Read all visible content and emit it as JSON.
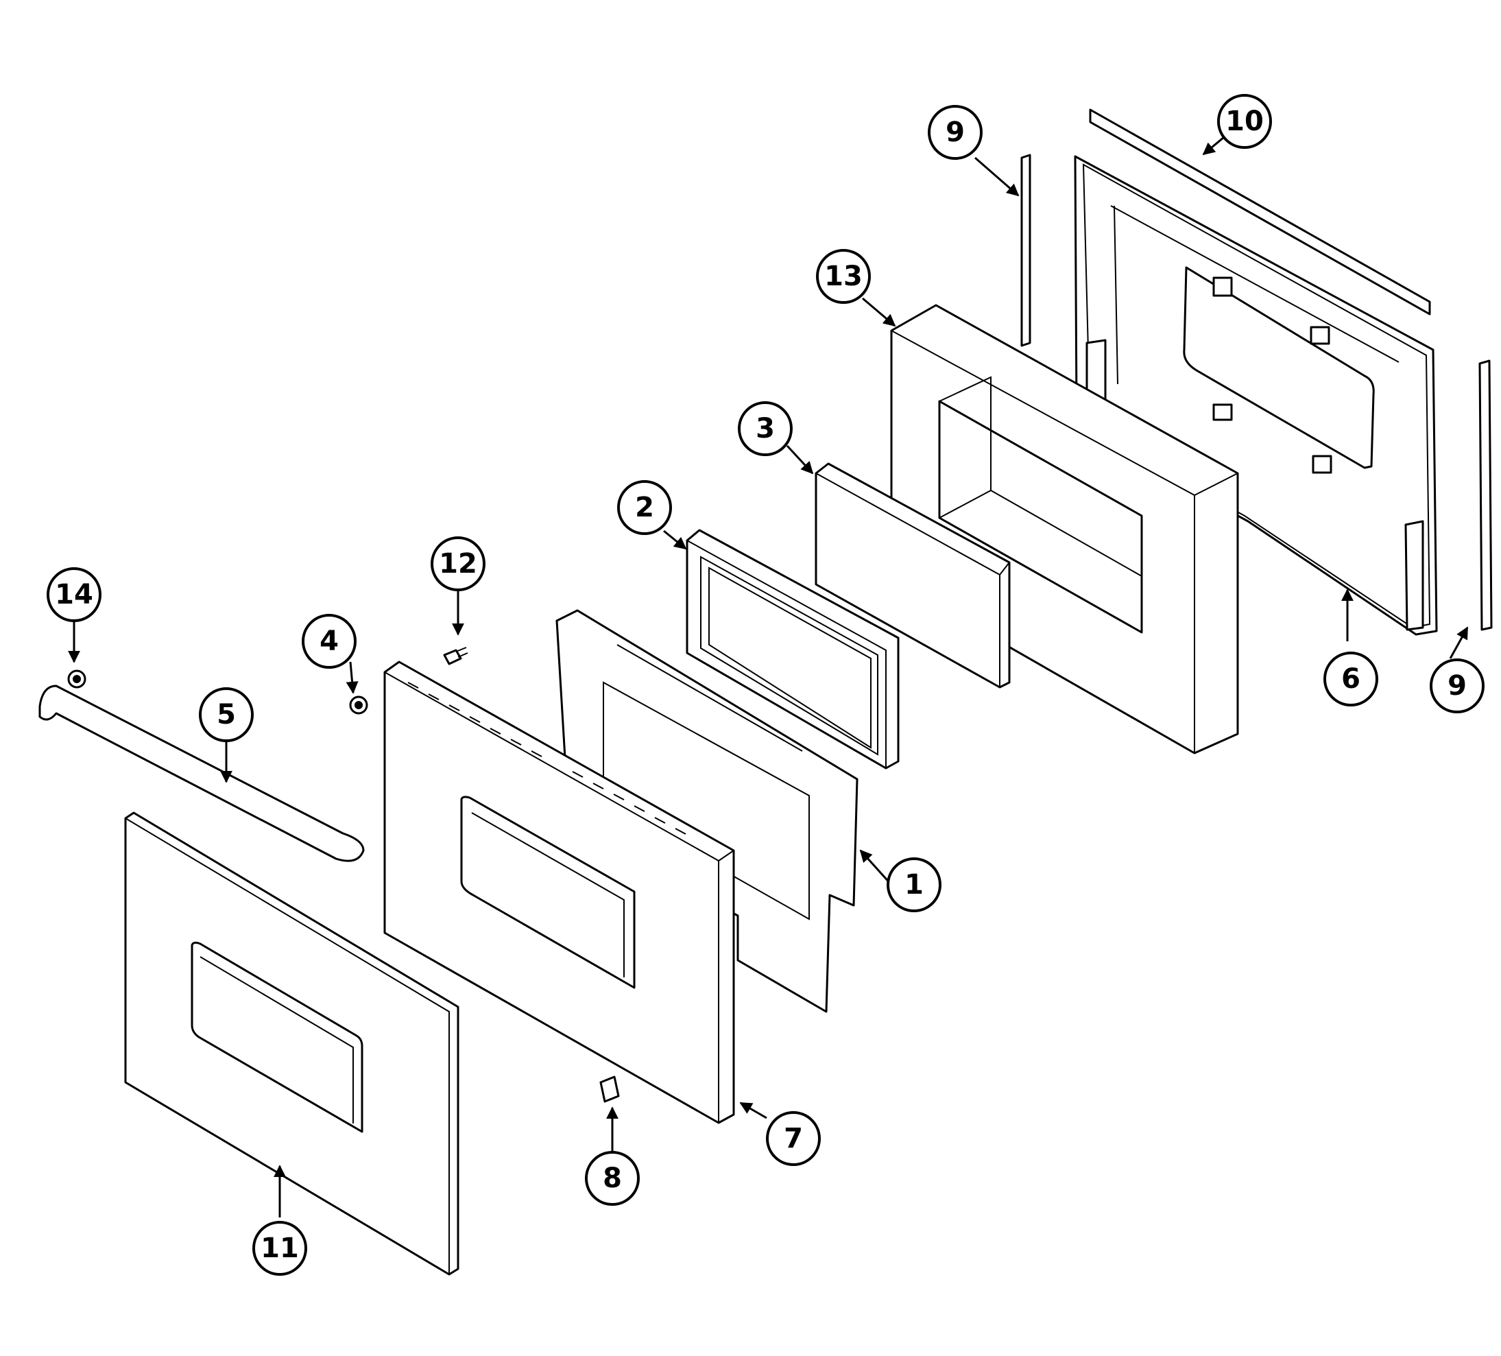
{
  "callouts": [
    {
      "id": "c1",
      "label": "1"
    },
    {
      "id": "c2",
      "label": "2"
    },
    {
      "id": "c3",
      "label": "3"
    },
    {
      "id": "c4",
      "label": "4"
    },
    {
      "id": "c5",
      "label": "5"
    },
    {
      "id": "c6",
      "label": "6"
    },
    {
      "id": "c7",
      "label": "7"
    },
    {
      "id": "c8",
      "label": "8"
    },
    {
      "id": "c9a",
      "label": "9"
    },
    {
      "id": "c9b",
      "label": "9"
    },
    {
      "id": "c10",
      "label": "10"
    },
    {
      "id": "c11",
      "label": "11"
    },
    {
      "id": "c12",
      "label": "12"
    },
    {
      "id": "c13",
      "label": "13"
    },
    {
      "id": "c14",
      "label": "14"
    }
  ]
}
